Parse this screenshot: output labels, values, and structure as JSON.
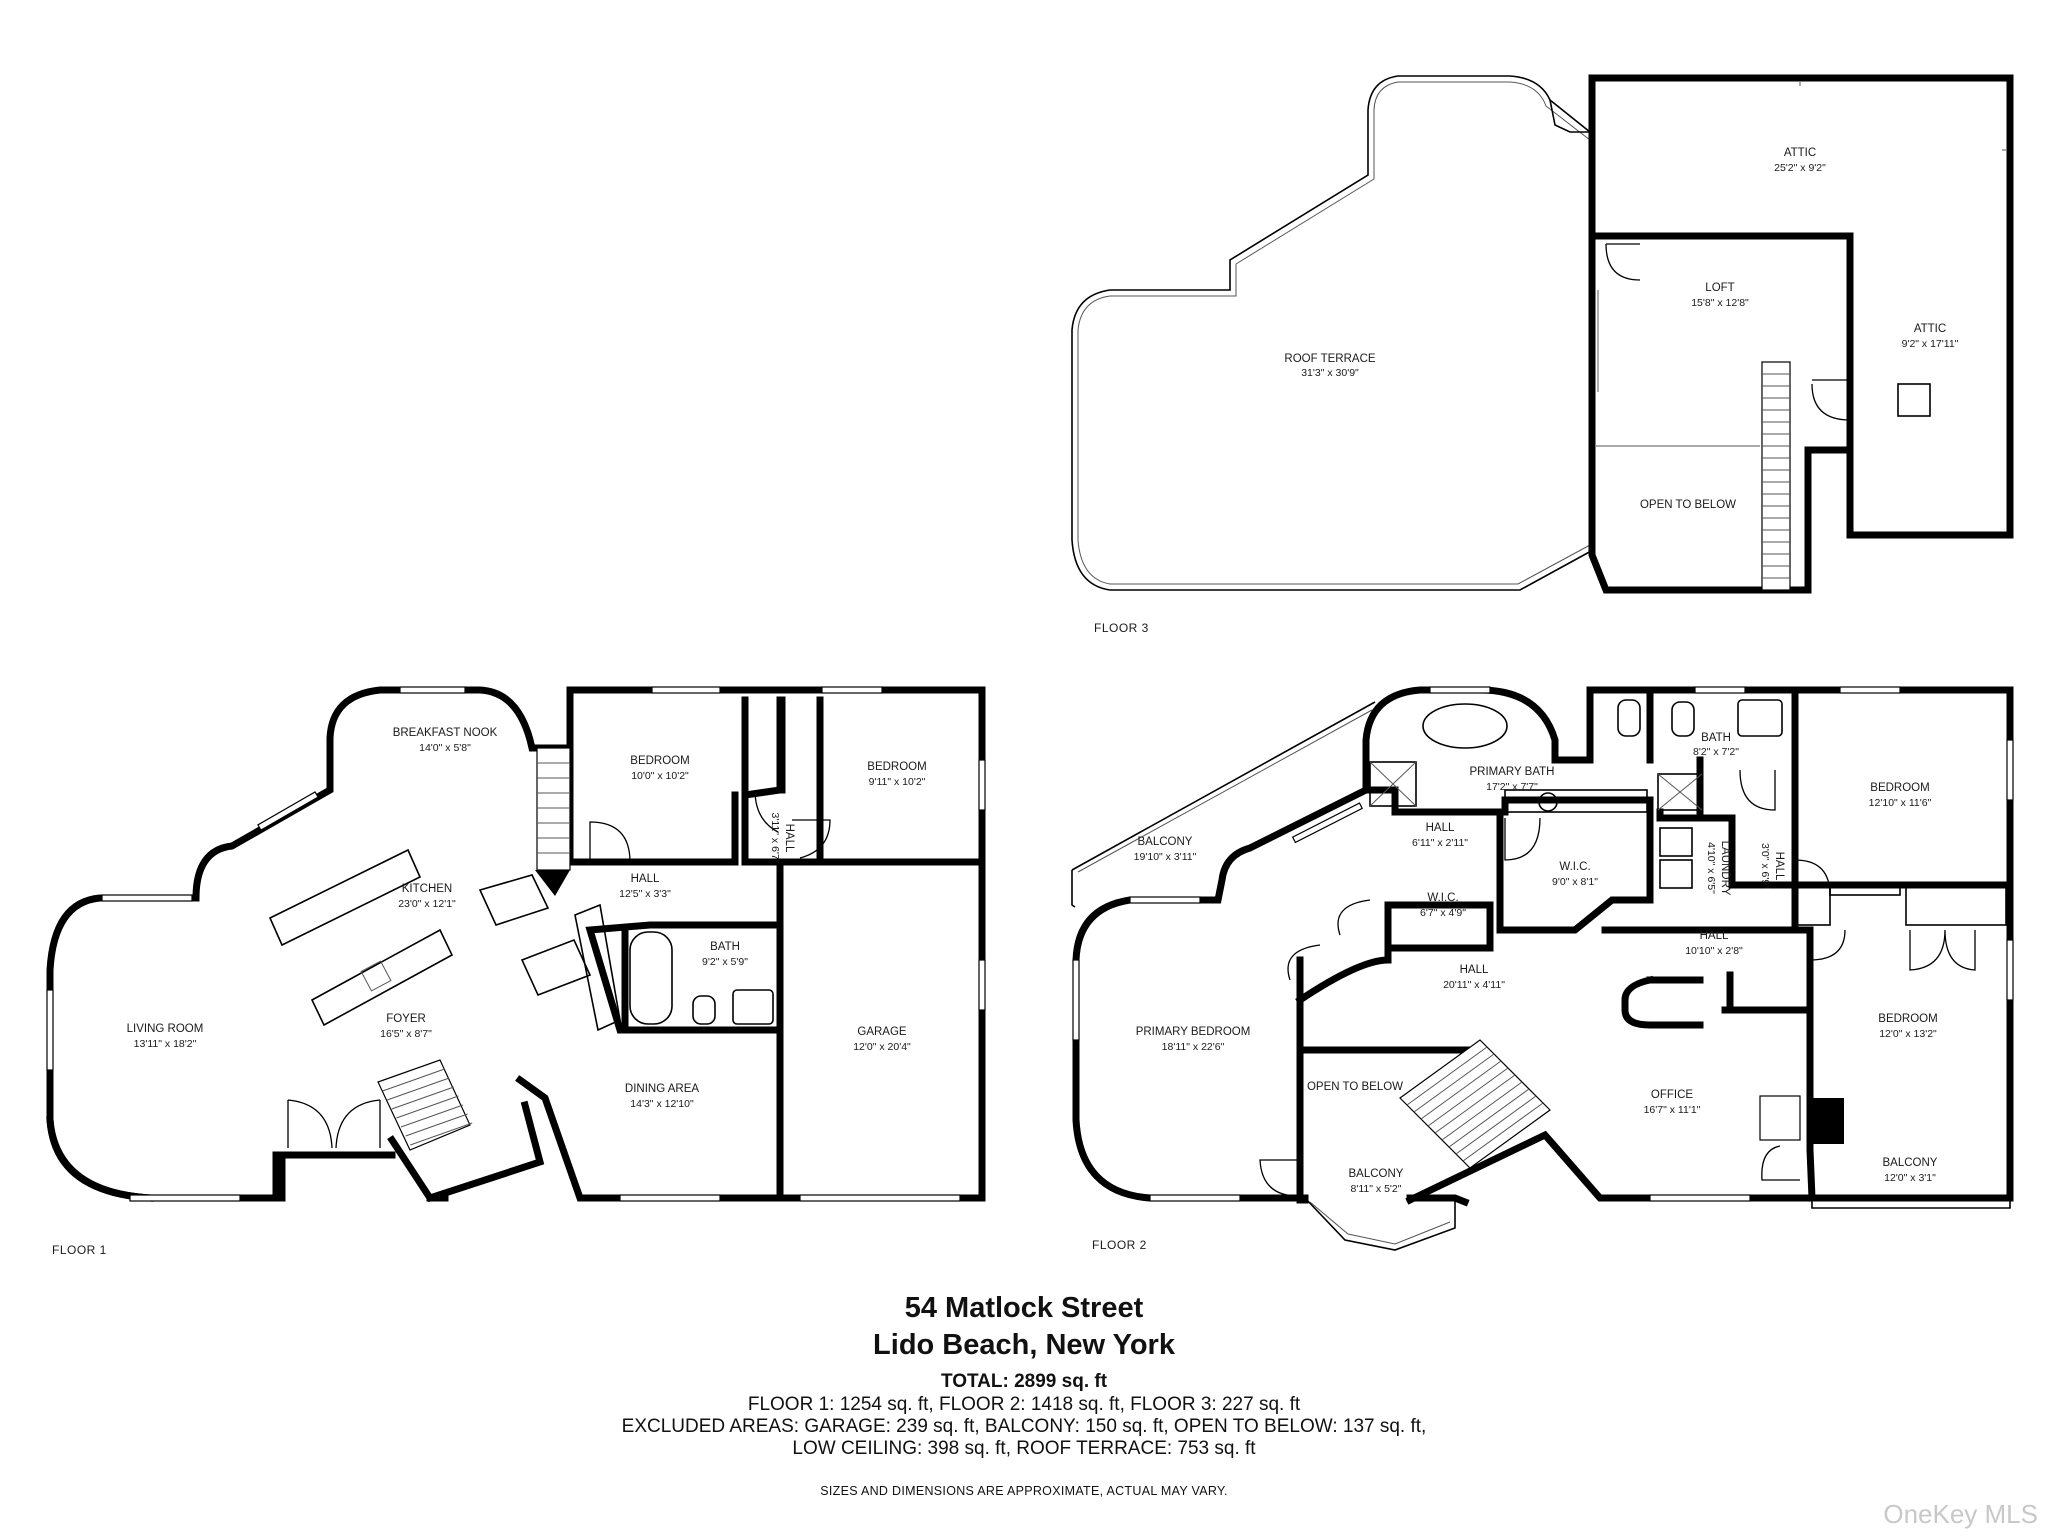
{
  "floors": {
    "floor1": "FLOOR 1",
    "floor2": "FLOOR 2",
    "floor3": "FLOOR 3"
  },
  "rooms": {
    "f3_roof_terrace": {
      "name": "ROOF TERRACE",
      "dim": "31'3\" x 30'9\""
    },
    "f3_attic_top": {
      "name": "ATTIC",
      "dim": "25'2\" x 9'2\""
    },
    "f3_loft": {
      "name": "LOFT",
      "dim": "15'8\" x 12'8\""
    },
    "f3_attic_right": {
      "name": "ATTIC",
      "dim": "9'2\" x 17'11\""
    },
    "f3_open_to_below": {
      "name": "OPEN TO BELOW",
      "dim": ""
    },
    "f1_breakfast_nook": {
      "name": "BREAKFAST NOOK",
      "dim": "14'0\" x 5'8\""
    },
    "f1_bedroom_a": {
      "name": "BEDROOM",
      "dim": "10'0\" x 10'2\""
    },
    "f1_bedroom_b": {
      "name": "BEDROOM",
      "dim": "9'11\" x 10'2\""
    },
    "f1_kitchen": {
      "name": "KITCHEN",
      "dim": "23'0\" x 12'1\""
    },
    "f1_hall": {
      "name": "HALL",
      "dim": "12'5\" x 3'3\""
    },
    "f1_hall_small": {
      "name": "HALL",
      "dim": "3'11\" x 6'7\""
    },
    "f1_bath": {
      "name": "BATH",
      "dim": "9'2\" x 5'9\""
    },
    "f1_living_room": {
      "name": "LIVING ROOM",
      "dim": "13'11\" x 18'2\""
    },
    "f1_foyer": {
      "name": "FOYER",
      "dim": "16'5\" x 8'7\""
    },
    "f1_garage": {
      "name": "GARAGE",
      "dim": "12'0\" x 20'4\""
    },
    "f1_dining_area": {
      "name": "DINING AREA",
      "dim": "14'3\" x 12'10\""
    },
    "f2_primary_bath": {
      "name": "PRIMARY BATH",
      "dim": "17'2\" x 7'7\""
    },
    "f2_bath": {
      "name": "BATH",
      "dim": "8'2\" x 7'2\""
    },
    "f2_bedroom_a": {
      "name": "BEDROOM",
      "dim": "12'10\" x 11'6\""
    },
    "f2_balcony_a": {
      "name": "BALCONY",
      "dim": "19'10\" x 3'11\""
    },
    "f2_hall_a": {
      "name": "HALL",
      "dim": "6'11\" x 2'11\""
    },
    "f2_wic_a": {
      "name": "W.I.C.",
      "dim": "9'0\" x 8'1\""
    },
    "f2_laundry": {
      "name": "LAUNDRY",
      "dim": "4'10\" x 6'5\""
    },
    "f2_hall_small": {
      "name": "HALL",
      "dim": "3'0\" x 6'9\""
    },
    "f2_wic_b": {
      "name": "W.I.C.",
      "dim": "6'7\" x 4'9\""
    },
    "f2_hall_b": {
      "name": "HALL",
      "dim": "10'10\" x 2'8\""
    },
    "f2_hall_c": {
      "name": "HALL",
      "dim": "20'11\" x 4'11\""
    },
    "f2_primary_bedroom": {
      "name": "PRIMARY BEDROOM",
      "dim": "18'11\" x 22'6\""
    },
    "f2_bedroom_b": {
      "name": "BEDROOM",
      "dim": "12'0\" x 13'2\""
    },
    "f2_open_to_below": {
      "name": "OPEN TO BELOW",
      "dim": ""
    },
    "f2_office": {
      "name": "OFFICE",
      "dim": "16'7\" x 11'1\""
    },
    "f2_balcony_b": {
      "name": "BALCONY",
      "dim": "8'11\" x 5'2\""
    },
    "f2_balcony_c": {
      "name": "BALCONY",
      "dim": "12'0\" x 3'1\""
    }
  },
  "summary": {
    "address_line1": "54 Matlock Street",
    "address_line2": "Lido Beach, New York",
    "total": "TOTAL: 2899 sq. ft",
    "line1": "FLOOR 1: 1254 sq. ft, FLOOR 2: 1418 sq. ft, FLOOR 3: 227 sq. ft",
    "line2": "EXCLUDED AREAS: GARAGE: 239 sq. ft, BALCONY: 150 sq. ft, OPEN TO BELOW: 137 sq. ft,",
    "line3": "LOW CEILING: 398 sq. ft, ROOF TERRACE: 753 sq. ft",
    "disclaimer": "SIZES AND DIMENSIONS ARE APPROXIMATE, ACTUAL MAY VARY."
  },
  "watermark": "OneKey MLS"
}
